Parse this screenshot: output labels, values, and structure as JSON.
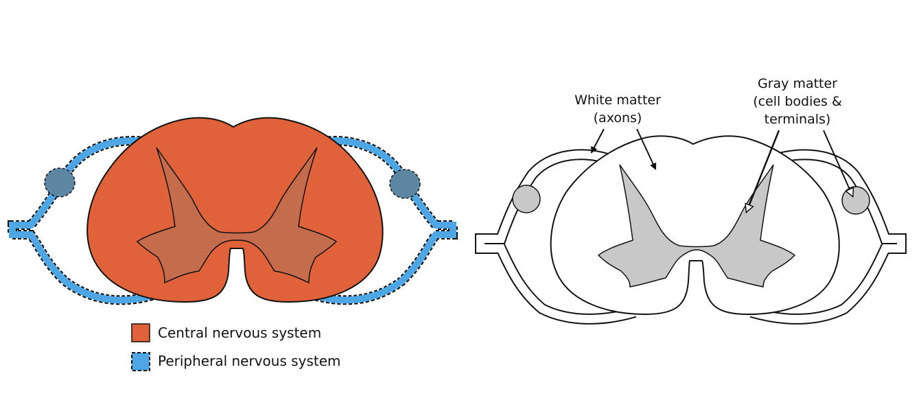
{
  "colors": {
    "cns": "#e0623a",
    "cns_gray": "#c46c4c",
    "pns": "#4fa6e4",
    "ganglion_left": "#5d86a2",
    "outline": "#111111",
    "gray_matter": "#c8c8c8",
    "white": "#ffffff"
  },
  "legend": {
    "cns_label": "Central nervous system",
    "pns_label": "Peripheral nervous system"
  },
  "labels": {
    "white_matter_line1": "White matter",
    "white_matter_line2": "(axons)",
    "gray_matter_line1": "Gray matter",
    "gray_matter_line2": "(cell bodies &",
    "gray_matter_line3": "terminals)"
  }
}
